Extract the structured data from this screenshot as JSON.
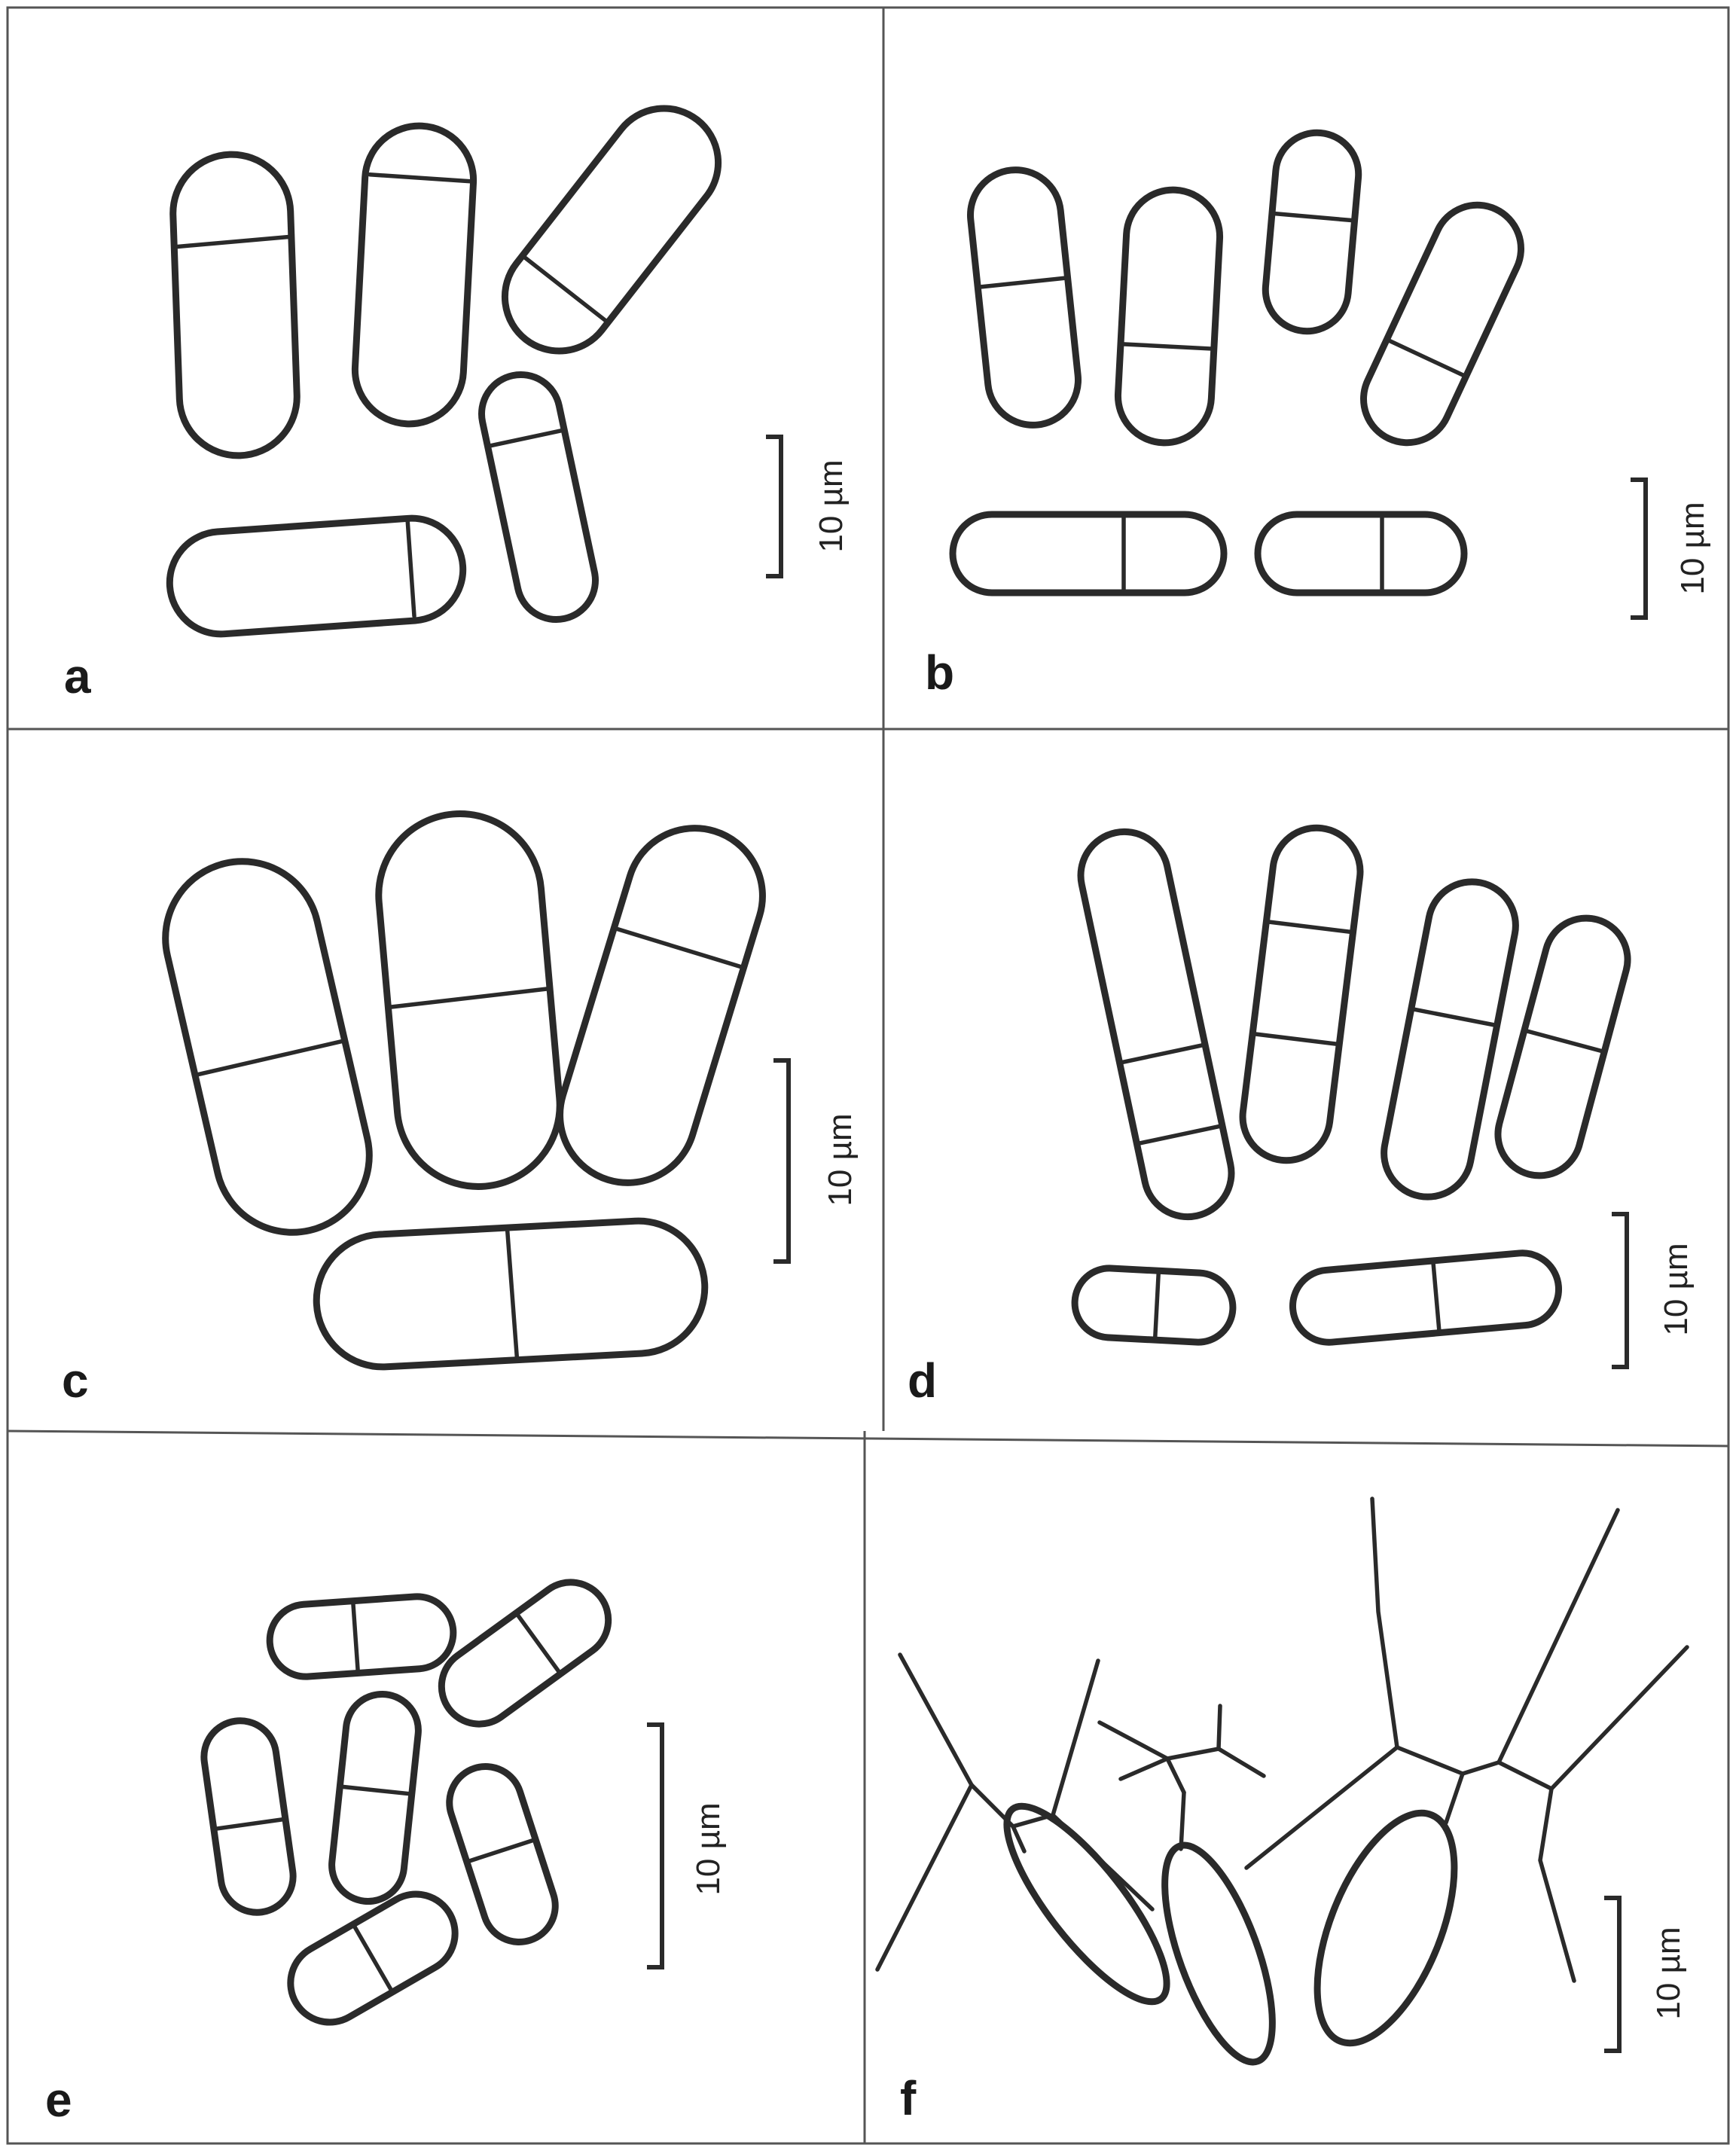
{
  "panels": [
    {
      "letter": "a",
      "scale_label": "10 µm"
    },
    {
      "letter": "b",
      "scale_label": "10 µm"
    },
    {
      "letter": "c",
      "scale_label": "10 µm"
    },
    {
      "letter": "d",
      "scale_label": "10 µm"
    },
    {
      "letter": "e",
      "scale_label": "10 µm"
    },
    {
      "letter": "f",
      "scale_label": "10 µm"
    }
  ]
}
